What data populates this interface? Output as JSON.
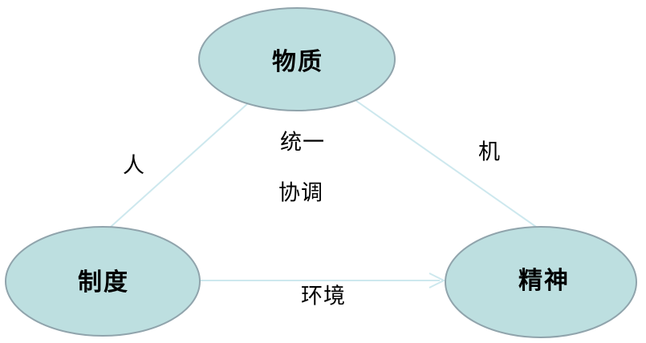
{
  "diagram": {
    "nodes": {
      "material": {
        "label": "物质"
      },
      "institution": {
        "label": "制度"
      },
      "spirit": {
        "label": "精神"
      }
    },
    "edge_labels": {
      "man": "人",
      "machine": "机",
      "environment": "环境",
      "center_top": "统一",
      "center_bottom": "协调"
    },
    "colors": {
      "node_fill": "#bddfe0",
      "node_stroke": "#90a4ac",
      "connector": "#cde8ee",
      "text": "#000000"
    }
  }
}
